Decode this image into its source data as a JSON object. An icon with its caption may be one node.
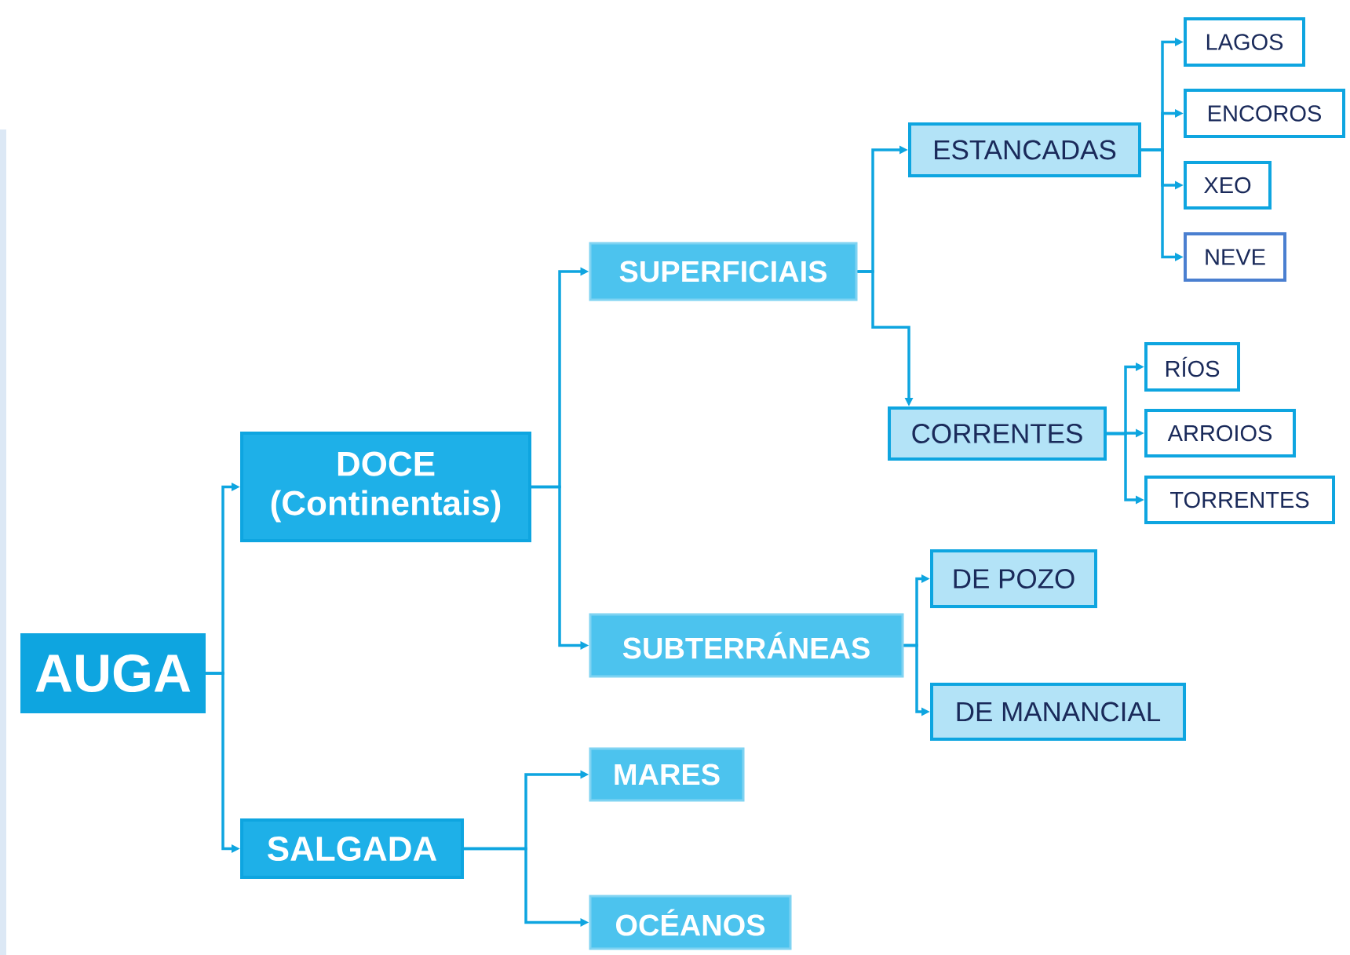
{
  "diagram": {
    "nodes": [
      {
        "text": [
          "AUGA"
        ]
      },
      {
        "text": [
          "DOCE (Continentais)"
        ]
      },
      {
        "text": [
          "SALGADA"
        ]
      },
      {
        "text": [
          "SUPERFICIAIS"
        ]
      },
      {
        "text": [
          "SUBTERRÁNEAS"
        ]
      },
      {
        "text": [
          "MARES"
        ]
      },
      {
        "text": [
          "OCÉANOS"
        ]
      },
      {
        "text": [
          "ESTANCADAS"
        ]
      },
      {
        "text": [
          "CORRENTES"
        ]
      },
      {
        "text": [
          "DE POZO"
        ]
      },
      {
        "text": [
          "DE MANANCIAL"
        ]
      },
      {
        "text": [
          "LAGOS"
        ]
      },
      {
        "text": [
          "ENCOROS"
        ]
      },
      {
        "text": [
          "XEO"
        ]
      },
      {
        "text": [
          "NEVE"
        ]
      },
      {
        "text": [
          "RÍOS"
        ]
      },
      {
        "text": [
          "ARROIOS"
        ]
      },
      {
        "text": [
          "TORRENTES"
        ]
      }
    ],
    "edges": [
      {
        "from": 0,
        "to": 1,
        "arrow": "to"
      },
      {
        "from": 0,
        "to": 2,
        "arrow": "to"
      },
      {
        "from": 1,
        "to": 3,
        "arrow": "to"
      },
      {
        "from": 1,
        "to": 4,
        "arrow": "to"
      },
      {
        "from": 2,
        "to": 5,
        "arrow": "to"
      },
      {
        "from": 2,
        "to": 6,
        "arrow": "to"
      },
      {
        "from": 3,
        "to": 7,
        "arrow": "to"
      },
      {
        "from": 3,
        "to": 8,
        "arrow": "to"
      },
      {
        "from": 4,
        "to": 9,
        "arrow": "to"
      },
      {
        "from": 4,
        "to": 10,
        "arrow": "to"
      },
      {
        "from": 7,
        "to": 11,
        "arrow": "to"
      },
      {
        "from": 7,
        "to": 12,
        "arrow": "to"
      },
      {
        "from": 7,
        "to": 13,
        "arrow": "to"
      },
      {
        "from": 7,
        "to": 14,
        "arrow": "to"
      },
      {
        "from": 8,
        "to": 15,
        "arrow": "to"
      },
      {
        "from": 8,
        "to": 16,
        "arrow": "to"
      },
      {
        "from": 8,
        "to": 17,
        "arrow": "to"
      }
    ]
  }
}
